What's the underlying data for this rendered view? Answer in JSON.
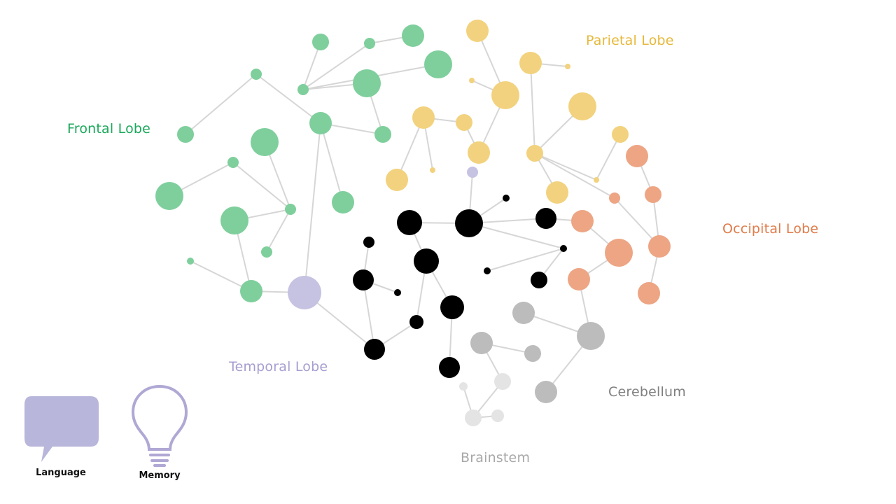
{
  "colors": {
    "frontal": "#7ecf9c",
    "frontal_label": "#1aa85a",
    "parietal": "#f2d27e",
    "parietal_label": "#e6b83a",
    "occipital": "#eda584",
    "occipital_label": "#e07c4a",
    "temporal": "#c6c2e2",
    "temporal_label": "#a69ed0",
    "cerebellum": "#bcbcbc",
    "cerebellum_label": "#808080",
    "brainstem": "#e4e4e4",
    "brainstem_label": "#a8a8a8",
    "core": "#000000",
    "edge": "#d6d6d6",
    "legend_fill": "#b8b6da",
    "legend_stroke": "#b0a8d4"
  },
  "labels": {
    "frontal": "Frontal Lobe",
    "parietal": "Parietal Lobe",
    "occipital": "Occipital Lobe",
    "temporal": "Temporal Lobe",
    "cerebellum": "Cerebellum",
    "brainstem": "Brainstem"
  },
  "legend": {
    "language": {
      "label": "Language",
      "icon": "speech-bubble-icon"
    },
    "memory": {
      "label": "Memory",
      "icon": "lightbulb-icon"
    }
  }
}
